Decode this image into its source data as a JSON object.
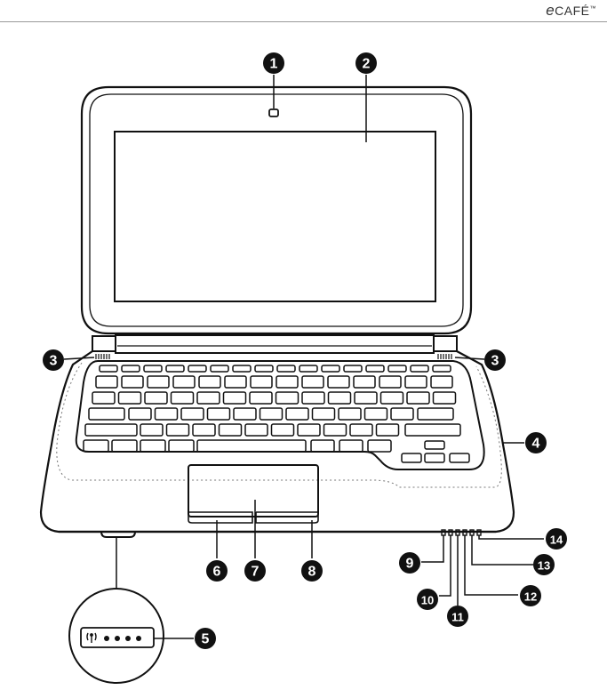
{
  "brand": {
    "logo_letter": "e",
    "name": "CAFÉ",
    "trademark": "™"
  },
  "callouts": [
    {
      "id": "1",
      "label": "1"
    },
    {
      "id": "2",
      "label": "2"
    },
    {
      "id": "3L",
      "label": "3"
    },
    {
      "id": "3R",
      "label": "3"
    },
    {
      "id": "4",
      "label": "4"
    },
    {
      "id": "5",
      "label": "5"
    },
    {
      "id": "6",
      "label": "6"
    },
    {
      "id": "7",
      "label": "7"
    },
    {
      "id": "8",
      "label": "8"
    },
    {
      "id": "9",
      "label": "9"
    },
    {
      "id": "10",
      "label": "10"
    },
    {
      "id": "11",
      "label": "11"
    },
    {
      "id": "12",
      "label": "12"
    },
    {
      "id": "13",
      "label": "13"
    },
    {
      "id": "14",
      "label": "14"
    }
  ],
  "colors": {
    "ink": "#111111",
    "paper": "#ffffff",
    "dotted": "#777777"
  }
}
